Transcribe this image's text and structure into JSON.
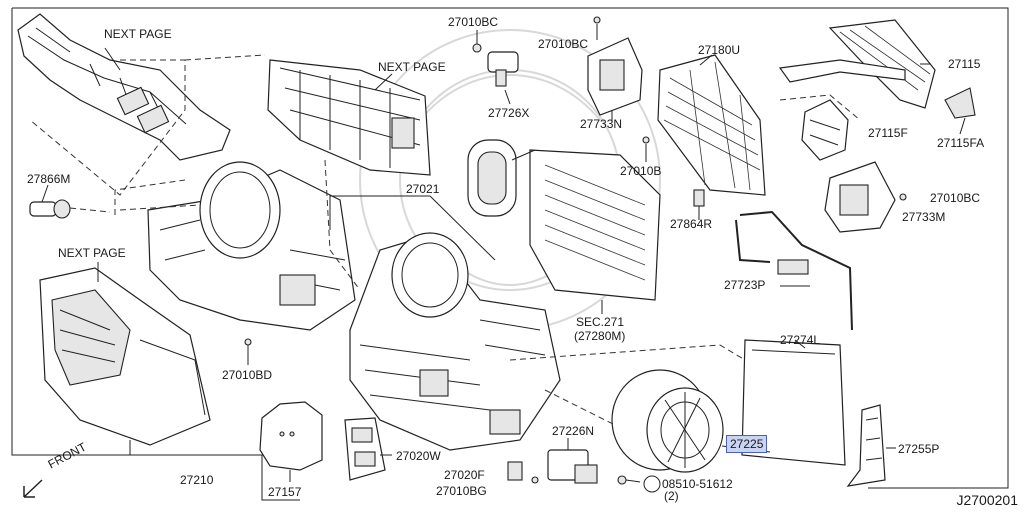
{
  "diagram": {
    "sheet_id": "J2700201",
    "front_label": "FRONT",
    "labels": {
      "next_page_top": "NEXT PAGE",
      "next_page_mid": "NEXT PAGE",
      "next_page_left": "NEXT PAGE",
      "p27010BC_a": "27010BC",
      "p27010BC_b": "27010BC",
      "p27180U": "27180U",
      "p27115": "27115",
      "p27726X": "27726X",
      "p27733N": "27733N",
      "p27115F": "27115F",
      "p27115FA": "27115FA",
      "p27866M": "27866M",
      "p27021": "27021",
      "p27010B": "27010B",
      "p27010BC_c": "27010BC",
      "p27733M": "27733M",
      "p27864R": "27864R",
      "p27723P": "27723P",
      "sec271": "SEC.271",
      "sec271_sub": "(27280M)",
      "p27274L": "27274L",
      "p27010BD": "27010BD",
      "p27226N": "27226N",
      "p27225": "27225",
      "p27255P": "27255P",
      "p27020W": "27020W",
      "p27020F": "27020F",
      "p27010BG": "27010BG",
      "p08510": "08510-51612",
      "p08510_qty": "(2)",
      "p27210": "27210",
      "p27157": "27157"
    },
    "highlight_color": "#c9d3f2"
  }
}
